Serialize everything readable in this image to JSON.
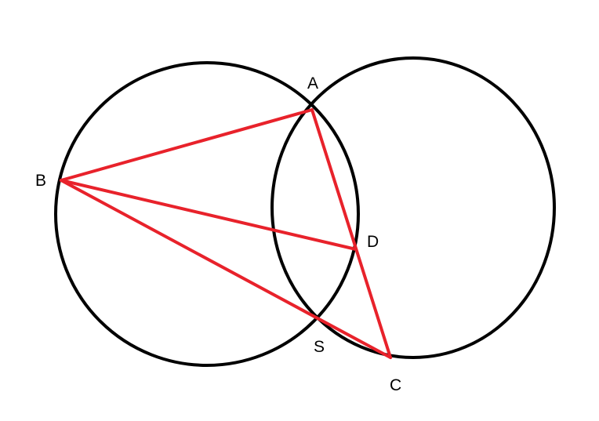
{
  "labels": {
    "A": "A",
    "B": "B",
    "C": "C",
    "D": "D",
    "S": "S"
  },
  "colors": {
    "circle_stroke": "#000000",
    "segment_stroke": "#e8222b",
    "background": "#ffffff"
  }
}
